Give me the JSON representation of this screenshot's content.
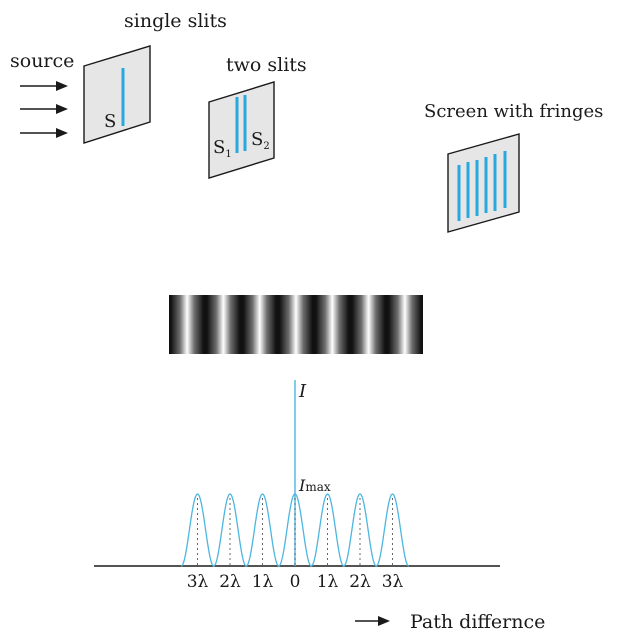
{
  "labels": {
    "single_slits": "single slits",
    "source": "source",
    "two_slits": "two slits",
    "screen": "Screen with fringes",
    "slit_s": "S",
    "slit_s1": "S",
    "slit_s1_sub": "1",
    "slit_s2": "S",
    "slit_s2_sub": "2",
    "intensity": "I",
    "imax": "I",
    "imax_sub": "max",
    "path_difference": "Path differnce"
  },
  "colors": {
    "slit_blue": "#29a8df",
    "plane_fill": "#e6e6e6",
    "curve_blue": "#4db6e0",
    "ink": "#1a1a1a"
  },
  "chart_data": {
    "type": "line",
    "x_tick_labels": [
      "3λ",
      "2λ",
      "1λ",
      "0",
      "1λ",
      "2λ",
      "3λ"
    ],
    "x_ticks": [
      -3,
      -2,
      -1,
      0,
      1,
      2,
      3
    ],
    "peaks_at": [
      -3,
      -2,
      -1,
      0,
      1,
      2,
      3
    ],
    "curve": "cos²",
    "ylabel": "I",
    "peak_label": "Imax",
    "xlabel": "Path differnce"
  },
  "fringe_pattern": {
    "bright_fringe_count": 7
  }
}
